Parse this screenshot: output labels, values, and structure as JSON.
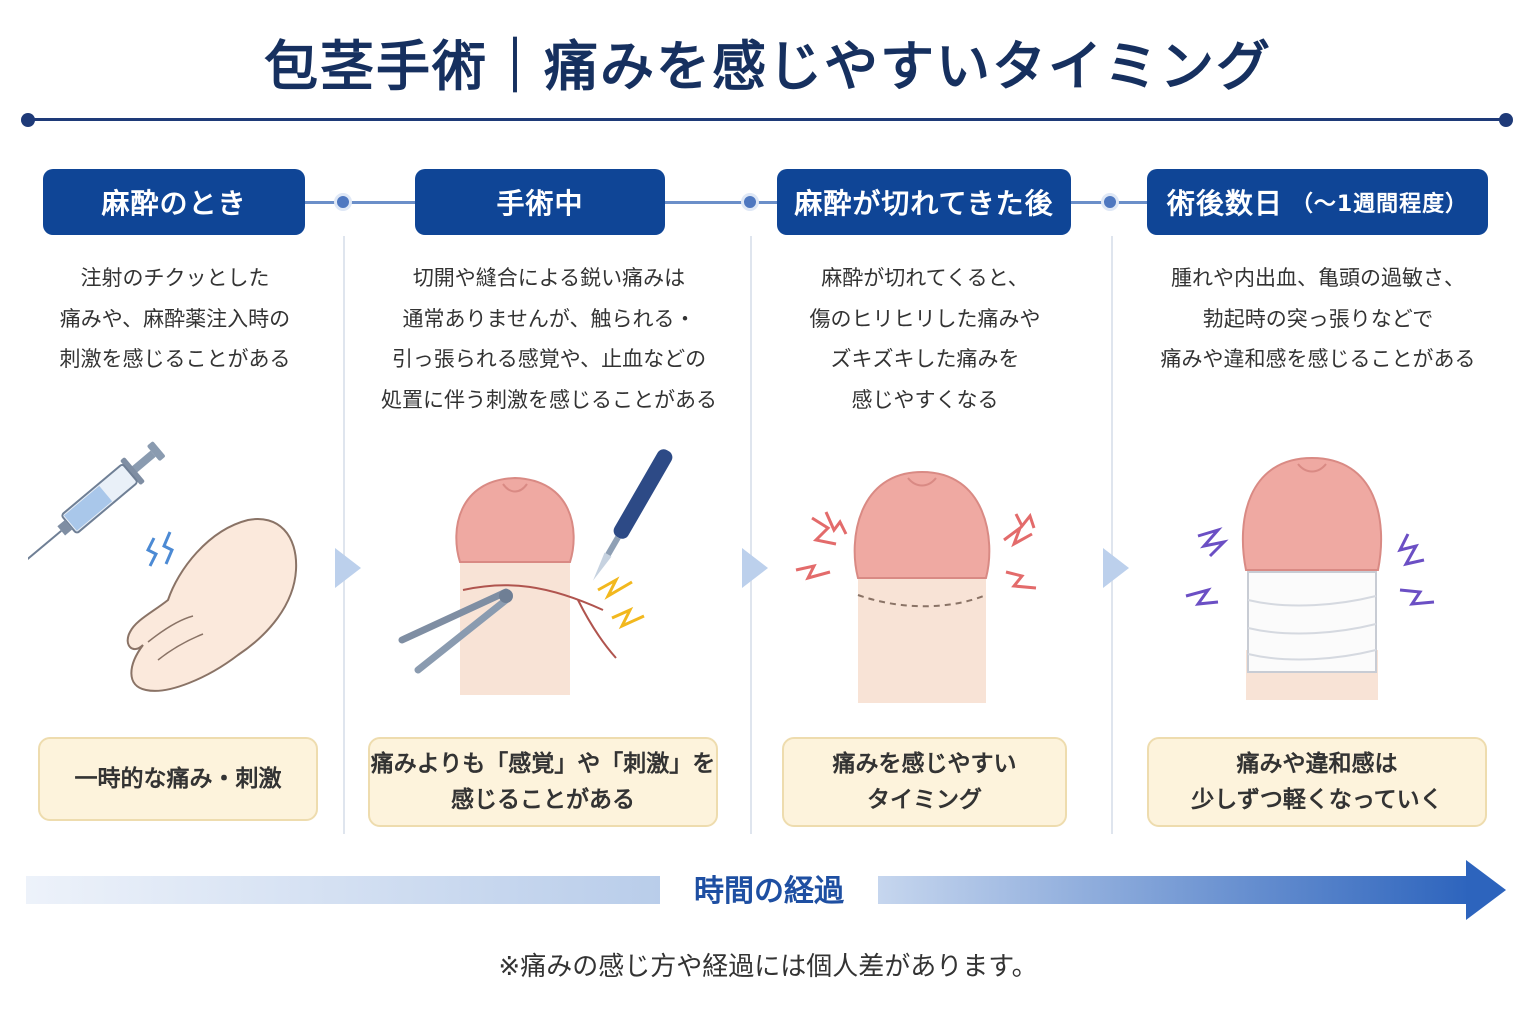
{
  "title": "包茎手術｜痛みを感じやすいタイミング",
  "stages": [
    {
      "label": "麻酔のとき",
      "label_sub": "",
      "description": [
        "注射のチクッとした",
        "痛みや、麻酔薬注入時の",
        "刺激を感じることがある"
      ],
      "note": [
        "一時的な痛み・刺激"
      ],
      "illustration": "syringe-hand"
    },
    {
      "label": "手術中",
      "label_sub": "",
      "description": [
        "切開や縫合による鋭い痛みは",
        "通常ありませんが、触られる・",
        "引っ張られる感覚や、止血などの",
        "処置に伴う刺激を感じることがある"
      ],
      "note": [
        "痛みよりも「感覚」や「刺激」を",
        "感じることがある"
      ],
      "illustration": "surgery-tools"
    },
    {
      "label": "麻酔が切れてきた後",
      "label_sub": "",
      "description": [
        "麻酔が切れてくると、",
        "傷のヒリヒリした痛みや",
        "ズキズキした痛みを",
        "感じやすくなる"
      ],
      "note": [
        "痛みを感じやすい",
        "タイミング"
      ],
      "illustration": "pain-lines"
    },
    {
      "label": "術後数日",
      "label_sub": "（〜1週間程度）",
      "description": [
        "腫れや内出血、亀頭の過敏さ、",
        "勃起時の突っ張りなどで",
        "痛みや違和感を感じることがある"
      ],
      "note": [
        "痛みや違和感は",
        "少しずつ軽くなっていく"
      ],
      "illustration": "bandage"
    }
  ],
  "timeline_label": "時間の経過",
  "footnote": "※痛みの感じ方や経過には個人差があります。",
  "colors": {
    "navy": "#16305f",
    "header_blue": "#0f4596",
    "note_bg": "#fdf3dc",
    "pain_red": "#e36b6b",
    "pain_purple": "#6b4fc4",
    "spark_yellow": "#f2b81e"
  }
}
